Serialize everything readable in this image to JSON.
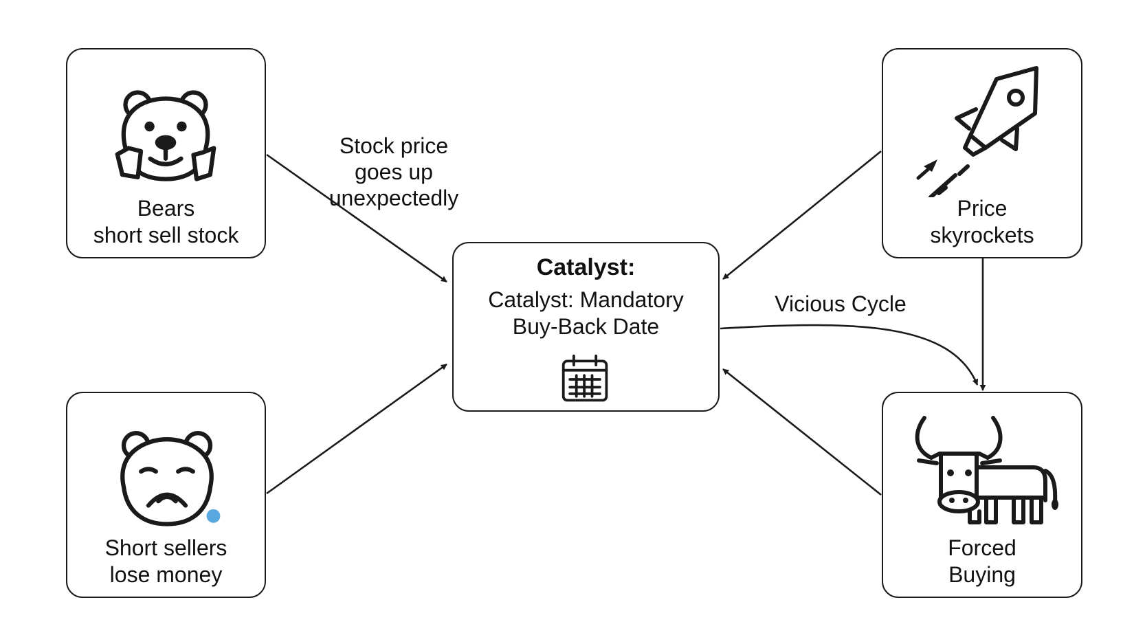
{
  "nodes": {
    "bears": {
      "lines": [
        "Bears",
        "short sell stock"
      ],
      "icon": "bear-face-icon"
    },
    "price": {
      "lines": [
        "Price",
        "skyrockets"
      ],
      "icon": "rocket-icon"
    },
    "catalyst": {
      "title": "Catalyst:",
      "lines": [
        "Catalyst: Mandatory",
        "Buy-Back Date"
      ],
      "icon": "calendar-icon"
    },
    "short_sellers": {
      "lines": [
        "Short sellers",
        "lose money"
      ],
      "icon": "sad-bear-icon"
    },
    "forced_buying": {
      "lines": [
        "Forced",
        "Buying"
      ],
      "icon": "bull-icon"
    }
  },
  "edges": {
    "stock_price": {
      "lines": [
        "Stock price",
        "goes up",
        "unexpectedly"
      ]
    },
    "vicious_cycle": {
      "lines": [
        "Vicious Cycle"
      ]
    }
  },
  "colors": {
    "stroke": "#1a1a1a",
    "background": "#ffffff",
    "tear": "#5aa8e0"
  }
}
